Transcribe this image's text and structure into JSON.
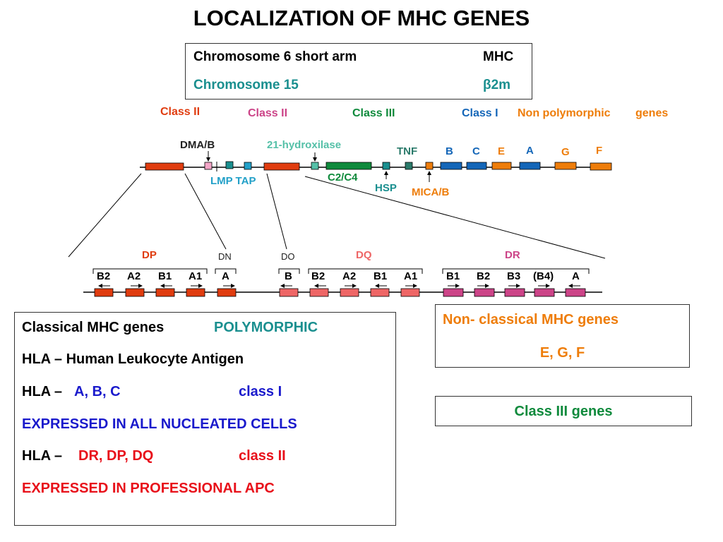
{
  "title": "LOCALIZATION OF MHC GENES",
  "chromosome_box": {
    "row1_left": "Chromosome 6 short arm",
    "row1_right": "MHC",
    "row2_left": "Chromosome 15",
    "row2_right": "β2m"
  },
  "class_labels": {
    "class_ii_1": "Class II",
    "class_ii_2": "Class II",
    "class_iii": "Class III",
    "class_i": "Class I",
    "non_poly": "Non polymorphic",
    "genes": "genes"
  },
  "upper_gene_labels": {
    "dma_b": "DMA/B",
    "hydroxilase": "21-hydroxilase",
    "tnf": "TNF",
    "b": "B",
    "c": "C",
    "e": "E",
    "a": "A",
    "g": "G",
    "f": "F",
    "lmp_tap": "LMP TAP",
    "c2c4": "C2/C4",
    "hsp": "HSP",
    "mica_b": "MICA/B"
  },
  "lower_groups": {
    "dp": "DP",
    "dn": "DN",
    "do": "DO",
    "dq": "DQ",
    "dr": "DR"
  },
  "lower_genes": [
    "B2",
    "A2",
    "B1",
    "A1",
    "A",
    "B",
    "B2",
    "A2",
    "B1",
    "A1",
    "B1",
    "B2",
    "B3",
    "(B4)",
    "A"
  ],
  "classical_box": {
    "line1_a": "Classical MHC genes",
    "line1_b": "POLYMORPHIC",
    "line2": "HLA – Human Leukocyte Antigen",
    "line3_a": "HLA –",
    "line3_b": "A, B, C",
    "line3_c": "class I",
    "line4": "EXPRESSED IN ALL NUCLEATED CELLS",
    "line5_a": "HLA –",
    "line5_b": "DR, DP, DQ",
    "line5_c": "class II",
    "line6": "EXPRESSED IN PROFESSIONAL APC"
  },
  "nonclassical_box": {
    "line1": "Non- classical MHC genes",
    "line2": "E, G, F"
  },
  "class3_box": {
    "label": "Class III genes"
  },
  "colors": {
    "red_orange": "#e03c0f",
    "pink": "#cc4488",
    "green": "#0f8a3c",
    "teal": "#1a8f8f",
    "blue": "#1466b8",
    "orange": "#ee7d0a",
    "dark_blue": "#1a1acc",
    "red": "#e8101a",
    "salmon": "#ee6666",
    "magenta": "#cc4488"
  }
}
